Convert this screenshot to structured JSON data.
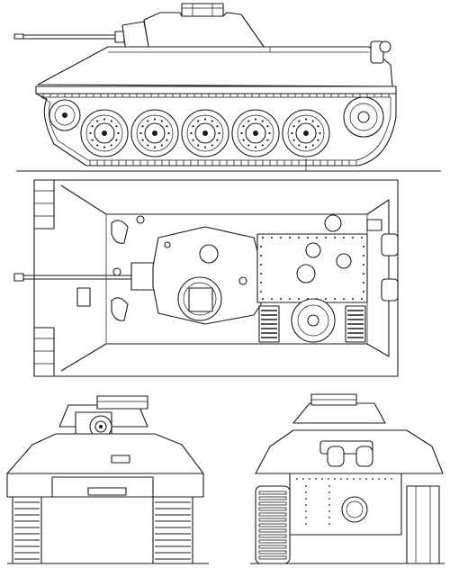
{
  "drawing": {
    "subject": "tank-blueprint",
    "line_color": "#1a1a1a",
    "background_color": "#ffffff",
    "views": [
      {
        "id": "side",
        "label": ""
      },
      {
        "id": "top",
        "label": ""
      },
      {
        "id": "front",
        "label": ""
      },
      {
        "id": "rear",
        "label": ""
      }
    ],
    "road_wheels_per_side": 5
  }
}
